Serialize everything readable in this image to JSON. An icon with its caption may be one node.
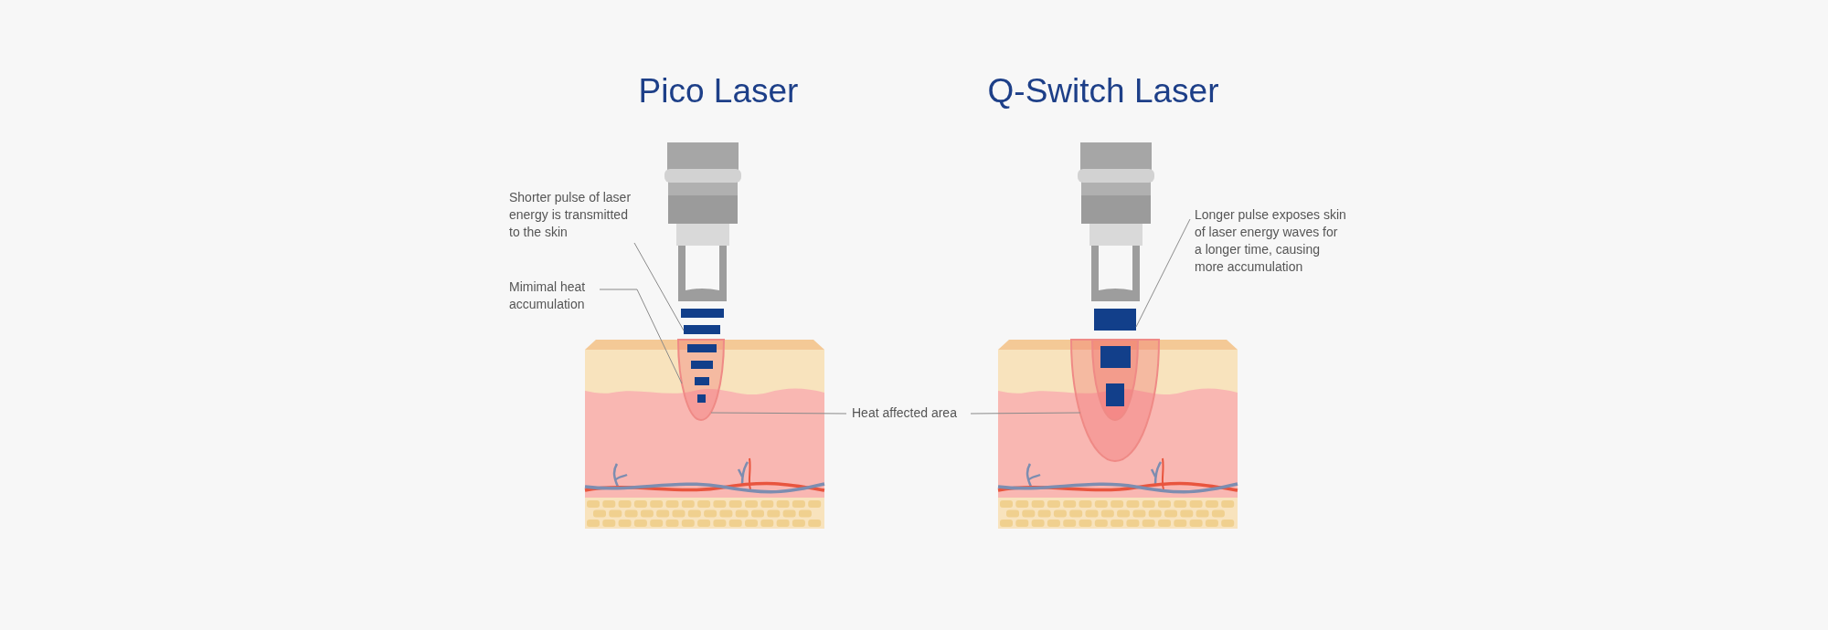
{
  "diagram": {
    "nodes": [
      {
        "text": [
          "Shorter pulse of laser energy is transmitted to the skin"
        ]
      },
      {
        "text": [
          "Mimimal heat accumulation"
        ]
      },
      {
        "text": [
          "Heat affected area"
        ]
      },
      {
        "text": [
          "Longer pulse exposes skin of laser energy waves for a longer time, causing more accumulation"
        ]
      },
      {
        "text": [],
        "shape": "bar"
      },
      {
        "text": [],
        "shape": "ellipse"
      },
      {
        "text": [],
        "shape": "ellipse"
      },
      {
        "text": [],
        "shape": "bar"
      }
    ],
    "edges": [
      {
        "from": 0,
        "to": 4,
        "arrow": "none"
      },
      {
        "from": 1,
        "to": 5,
        "arrow": "none"
      },
      {
        "from": 2,
        "to": 5,
        "arrow": "none"
      },
      {
        "from": 2,
        "to": 6,
        "arrow": "none"
      },
      {
        "from": 3,
        "to": 7,
        "arrow": "none"
      }
    ],
    "labels": [
      "Pico Laser",
      "Q-Switch Laser"
    ]
  }
}
